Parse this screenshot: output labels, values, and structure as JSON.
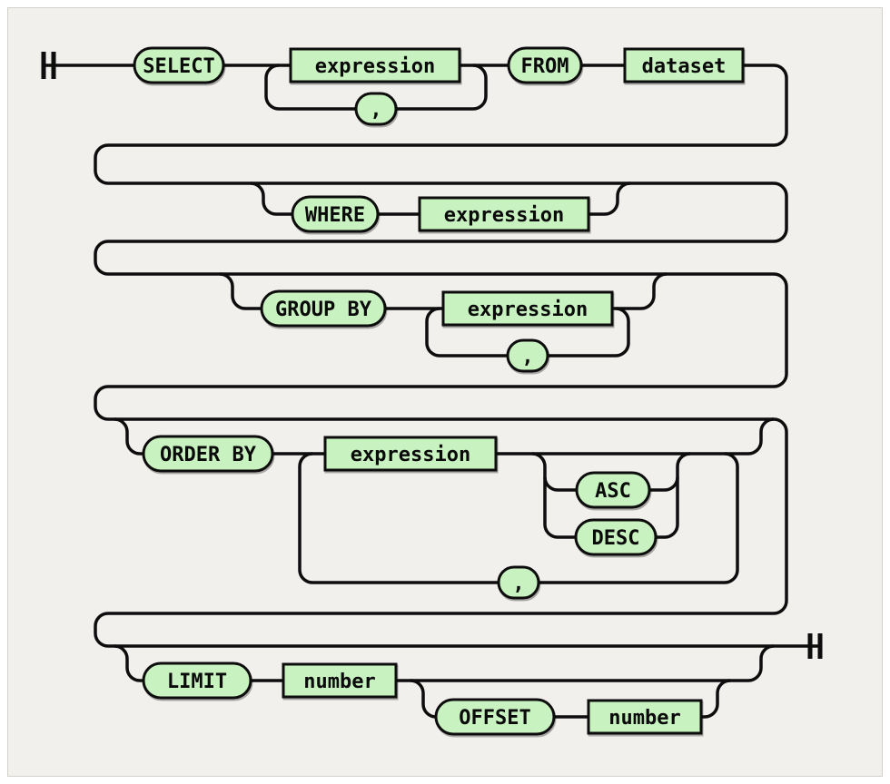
{
  "diagram": {
    "type": "railroad-syntax-diagram",
    "colors": {
      "background": "#f1f0ec",
      "node_fill": "#c9f2c1",
      "line": "#0d0d0d"
    },
    "nodes": {
      "select": "SELECT",
      "select_expression": "expression",
      "select_comma": ",",
      "from": "FROM",
      "dataset": "dataset",
      "where": "WHERE",
      "where_expression": "expression",
      "group_by": "GROUP BY",
      "group_by_expression": "expression",
      "group_by_comma": ",",
      "order_by": "ORDER BY",
      "order_by_expression": "expression",
      "asc": "ASC",
      "desc": "DESC",
      "order_by_comma": ",",
      "limit": "LIMIT",
      "limit_number": "number",
      "offset": "OFFSET",
      "offset_number": "number"
    }
  }
}
